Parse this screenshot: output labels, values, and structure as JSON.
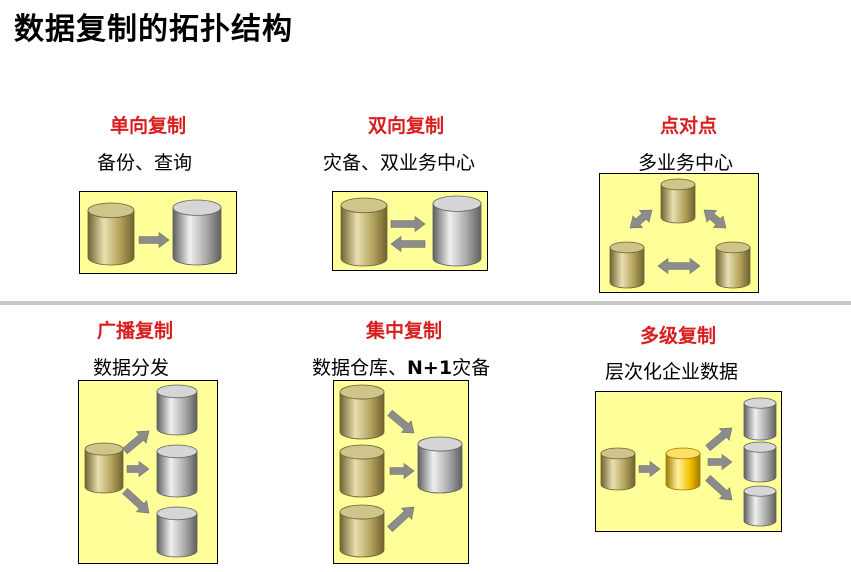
{
  "page": {
    "title": "数据复制的拓扑结构"
  },
  "topologies": [
    {
      "title": "单向复制",
      "subtitle": "备份、查询"
    },
    {
      "title": "双向复制",
      "subtitle": "灾备、双业务中心"
    },
    {
      "title": "点对点",
      "subtitle": "多业务中心"
    },
    {
      "title": "广播复制",
      "subtitle": "数据分发"
    },
    {
      "title": "集中复制",
      "subtitle_a": "数据仓库、",
      "subtitle_b": "N+1",
      "subtitle_c": "灾备"
    },
    {
      "title": "多级复制",
      "subtitle": "层次化企业数据"
    }
  ],
  "colors": {
    "box_fill": "#ffff99",
    "title_red": "#d81e1e",
    "db_gold": "#b3a25c",
    "db_gray": "#a9a9a9",
    "db_bright_gold": "#f2c200",
    "arrow_gray": "#8c8c8c"
  }
}
